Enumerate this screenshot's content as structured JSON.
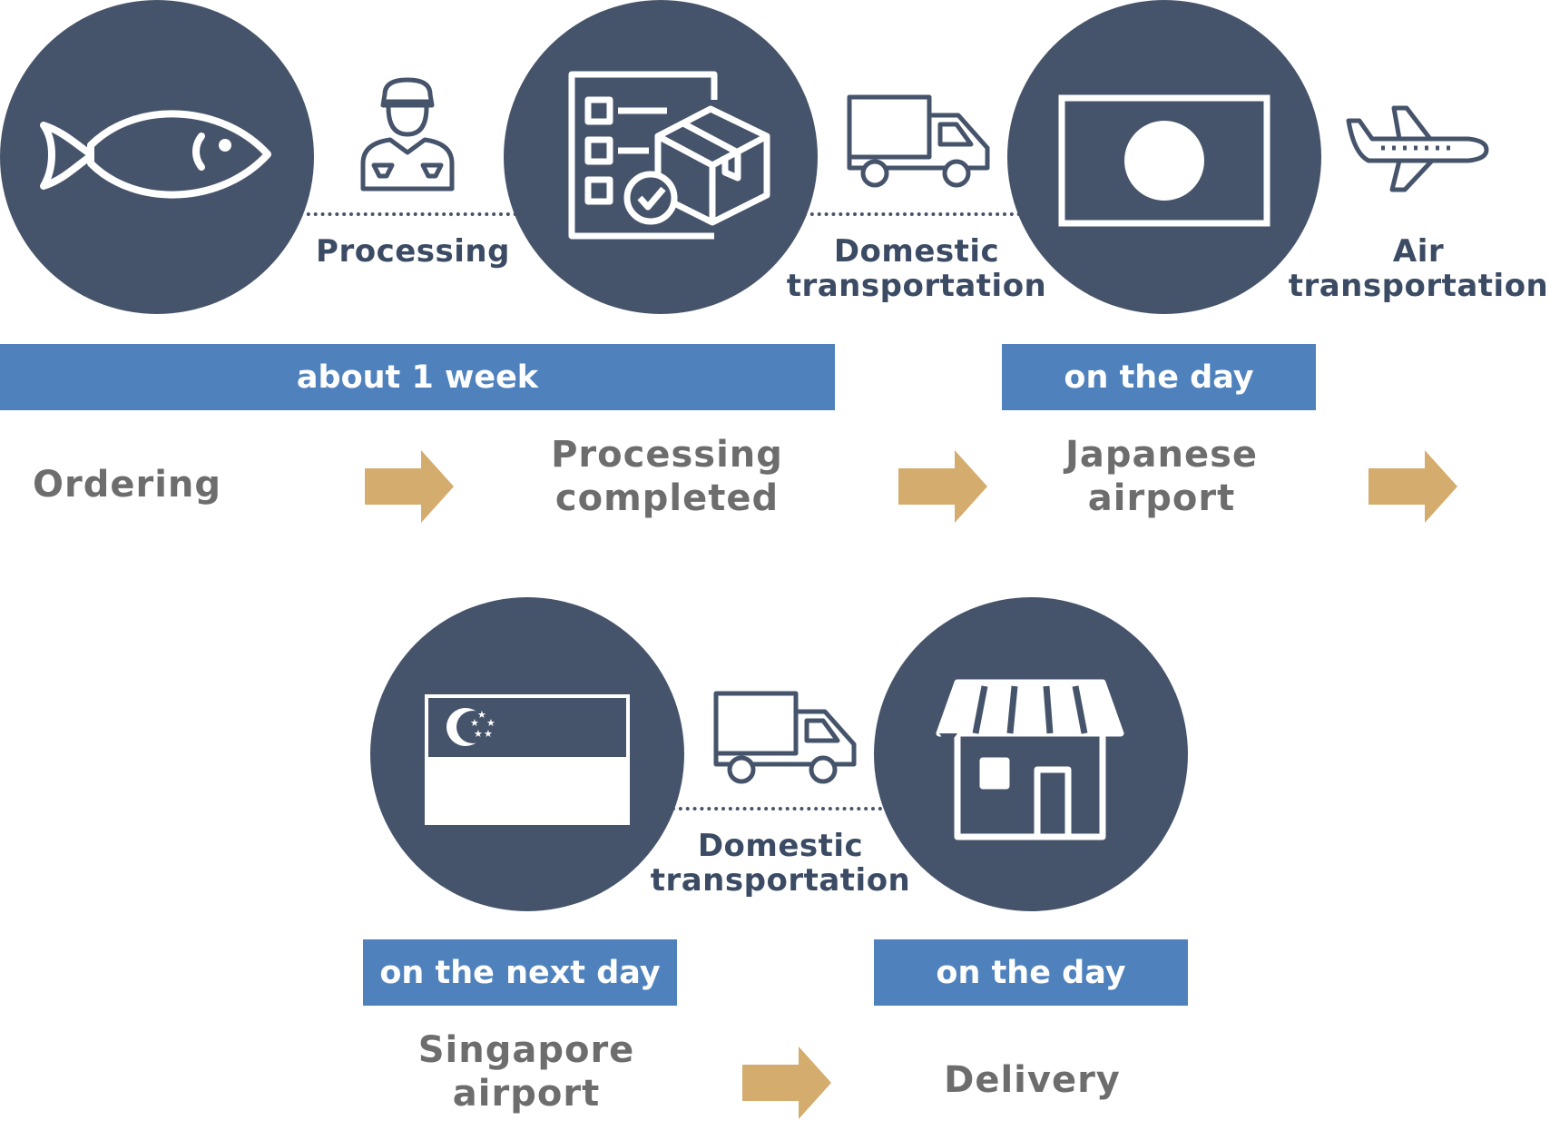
{
  "colors": {
    "circle": "#46546b",
    "bar": "#4f82bd",
    "arrow": "#d4ac6e",
    "step_text": "#6d6d6d",
    "transport_text": "#3c4b64"
  },
  "icons": {
    "fish": "fish-icon",
    "worker": "worker-icon",
    "checklist_box": "checklist-box-icon",
    "truck": "truck-icon",
    "japan_flag": "japan-flag-icon",
    "airplane": "airplane-icon",
    "singapore_flag": "singapore-flag-icon",
    "store": "store-icon",
    "arrow": "right-arrow-icon"
  },
  "row1": {
    "transports": [
      "Processing",
      "Domestic\ntransportation",
      "Air\ntransportation"
    ],
    "bars": [
      "about 1 week",
      "on the day"
    ],
    "steps": [
      "Ordering",
      "Processing\ncompleted",
      "Japanese\nairport"
    ]
  },
  "row2": {
    "transports": [
      "Domestic\ntransportation"
    ],
    "bars": [
      "on the next day",
      "on the day"
    ],
    "steps": [
      "Singapore\nairport",
      "Delivery"
    ]
  }
}
